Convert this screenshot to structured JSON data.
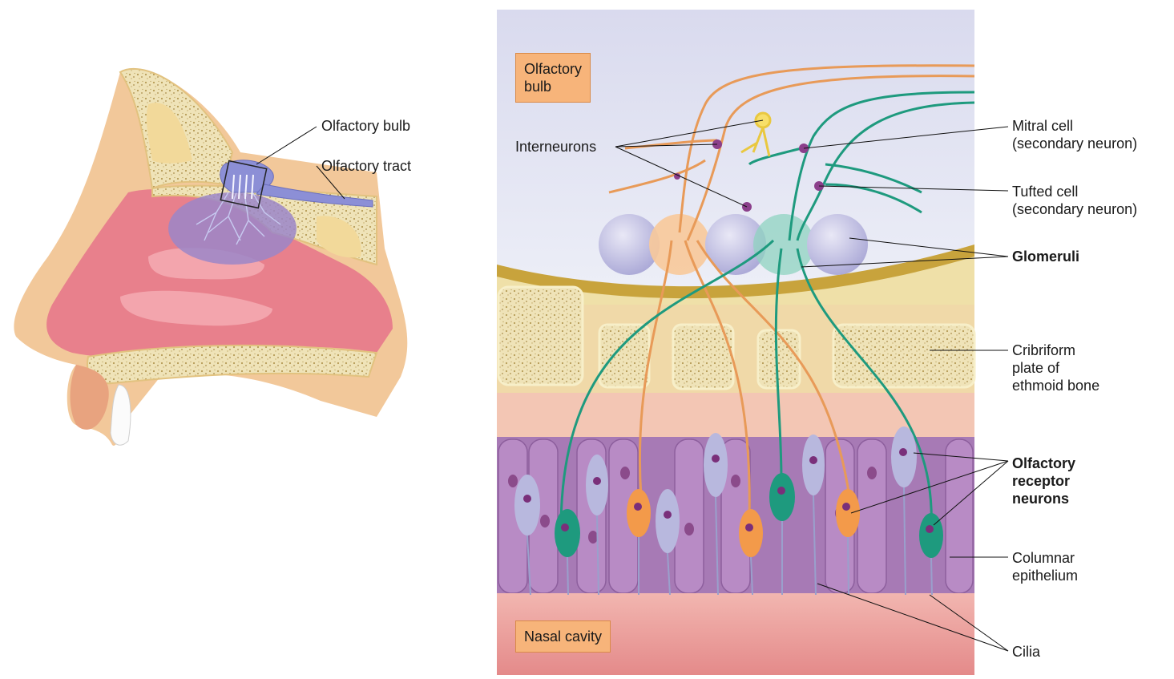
{
  "left_panel": {
    "labels": {
      "olfactory_bulb": "Olfactory bulb",
      "olfactory_tract": "Olfactory tract"
    }
  },
  "right_panel": {
    "box_labels": {
      "olfactory_bulb_l1": "Olfactory",
      "olfactory_bulb_l2": "bulb",
      "nasal_cavity": "Nasal cavity"
    },
    "labels": {
      "interneurons": "Interneurons",
      "mitral_l1": "Mitral cell",
      "mitral_l2": "(secondary neuron)",
      "tufted_l1": "Tufted cell",
      "tufted_l2": "(secondary neuron)",
      "glomeruli": "Glomeruli",
      "cribriform_l1": "Cribriform",
      "cribriform_l2": "plate of",
      "cribriform_l3": "ethmoid bone",
      "receptor_l1": "Olfactory",
      "receptor_l2": "receptor",
      "receptor_l3": "neurons",
      "columnar_l1": "Columnar",
      "columnar_l2": "epithelium",
      "cilia": "Cilia"
    }
  },
  "colors": {
    "skin": "#f2c89a",
    "mucosa": "#e8808c",
    "bone": "#efe3b8",
    "bulb": "#8c8fd6",
    "bulb_bg": "#dcdcf0",
    "epithelium": "#a77ab5",
    "orange_neuron": "#f39a4a",
    "green_neuron": "#1e9a7e",
    "label_box": "#f7b47a"
  }
}
